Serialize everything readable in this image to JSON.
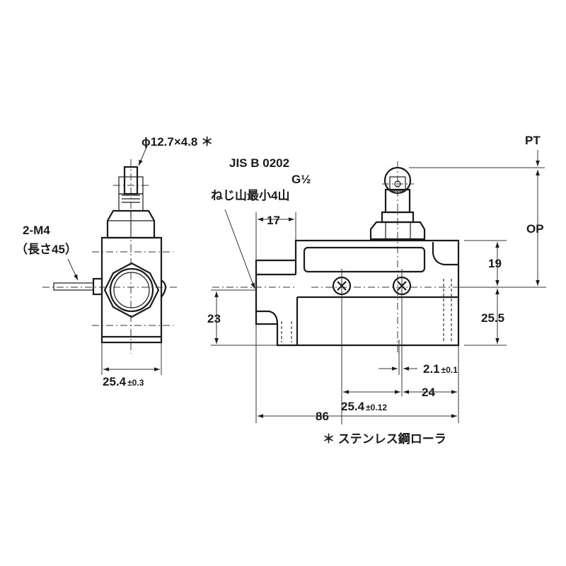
{
  "drawing": {
    "title": "Limit switch dimensional drawing",
    "front_view": {
      "roller_spec": "ϕ12.7×4.8 ＊",
      "screw_label_line1": "2-M4",
      "screw_label_line2": "（長さ45）",
      "width_dim": "25.4",
      "width_tol": "±0.3"
    },
    "side_view": {
      "thread_std": "JIS B 0202",
      "thread_size": "G½",
      "thread_note": "ねじ山最小4山",
      "dim_17": "17",
      "dim_23": "23",
      "dim_19": "19",
      "dim_25_5": "25.5",
      "dim_pt": "PT",
      "dim_op": "OP",
      "dim_2_1": "2.1",
      "dim_2_1_tol": "±0.1",
      "dim_24": "24",
      "dim_25_4": "25.4",
      "dim_25_4_tol": "±0.12",
      "dim_86": "86"
    },
    "footnote": "＊ ステンレス鋼ローラ"
  }
}
